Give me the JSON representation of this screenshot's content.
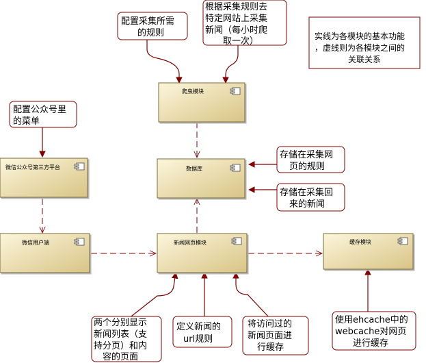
{
  "components": {
    "crawler": "爬虫模块",
    "database": "数据库",
    "wechat_platform": "微信公众号第三方平台",
    "wechat_client": "微信用户端",
    "news_web": "新闻网页模块",
    "cache": "缓存模块"
  },
  "notes": {
    "crawl_rules": [
      "配置采集所需",
      "的规则"
    ],
    "crawl_schedule": [
      "根据采集规则去",
      "特定网站上采集",
      "新闻（每小时爬",
      "取一次）"
    ],
    "legend": [
      "实线为各模块的基本功能",
      "，虚线则为各模块之间的",
      "关联关系"
    ],
    "wechat_menu": [
      "配置公众号里",
      "的菜单"
    ],
    "store_rules": [
      "存储在采集网",
      "页的规则"
    ],
    "store_news": [
      "存储在采集回",
      "来的新闻"
    ],
    "two_pages": [
      "两个分别显示",
      "新闻列表（支",
      "持分页）和内",
      "容的页面"
    ],
    "url_rules": [
      "定义新闻的",
      "url规则"
    ],
    "cache_pages": [
      "将访问过的",
      "新闻页面进",
      "行缓存"
    ],
    "ehcache": [
      "使用ehcache中的",
      "webcache对网页",
      "进行缓存"
    ]
  },
  "colors": {
    "component_fill_top": "#fbf6dc",
    "component_fill_bottom": "#dcc98c",
    "component_border": "#7a6a3a",
    "arrow": "#800000",
    "note_border": "#800000"
  }
}
